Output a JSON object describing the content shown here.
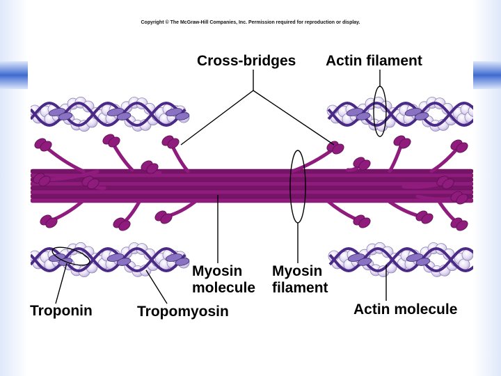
{
  "copyright": "Copyright © The McGraw-Hill Companies, Inc. Permission required for reproduction or display.",
  "labels": {
    "cross_bridges": "Cross-bridges",
    "actin_filament": "Actin filament",
    "myosin_molecule_line1": "Myosin",
    "myosin_molecule_line2": "molecule",
    "myosin_filament_line1": "Myosin",
    "myosin_filament_line2": "filament",
    "troponin": "Troponin",
    "tropomyosin": "Tropomyosin",
    "actin_molecule": "Actin molecule"
  },
  "colors": {
    "myosin": "#8f1c7c",
    "myosin_dark": "#6e1260",
    "tropomyosin": "#4a2a86",
    "actin_bead": "#e4dcf3",
    "actin_bead_edge": "#8e84b4",
    "troponin": "#8a72c2",
    "slide_blue": "#3f6bd0"
  }
}
